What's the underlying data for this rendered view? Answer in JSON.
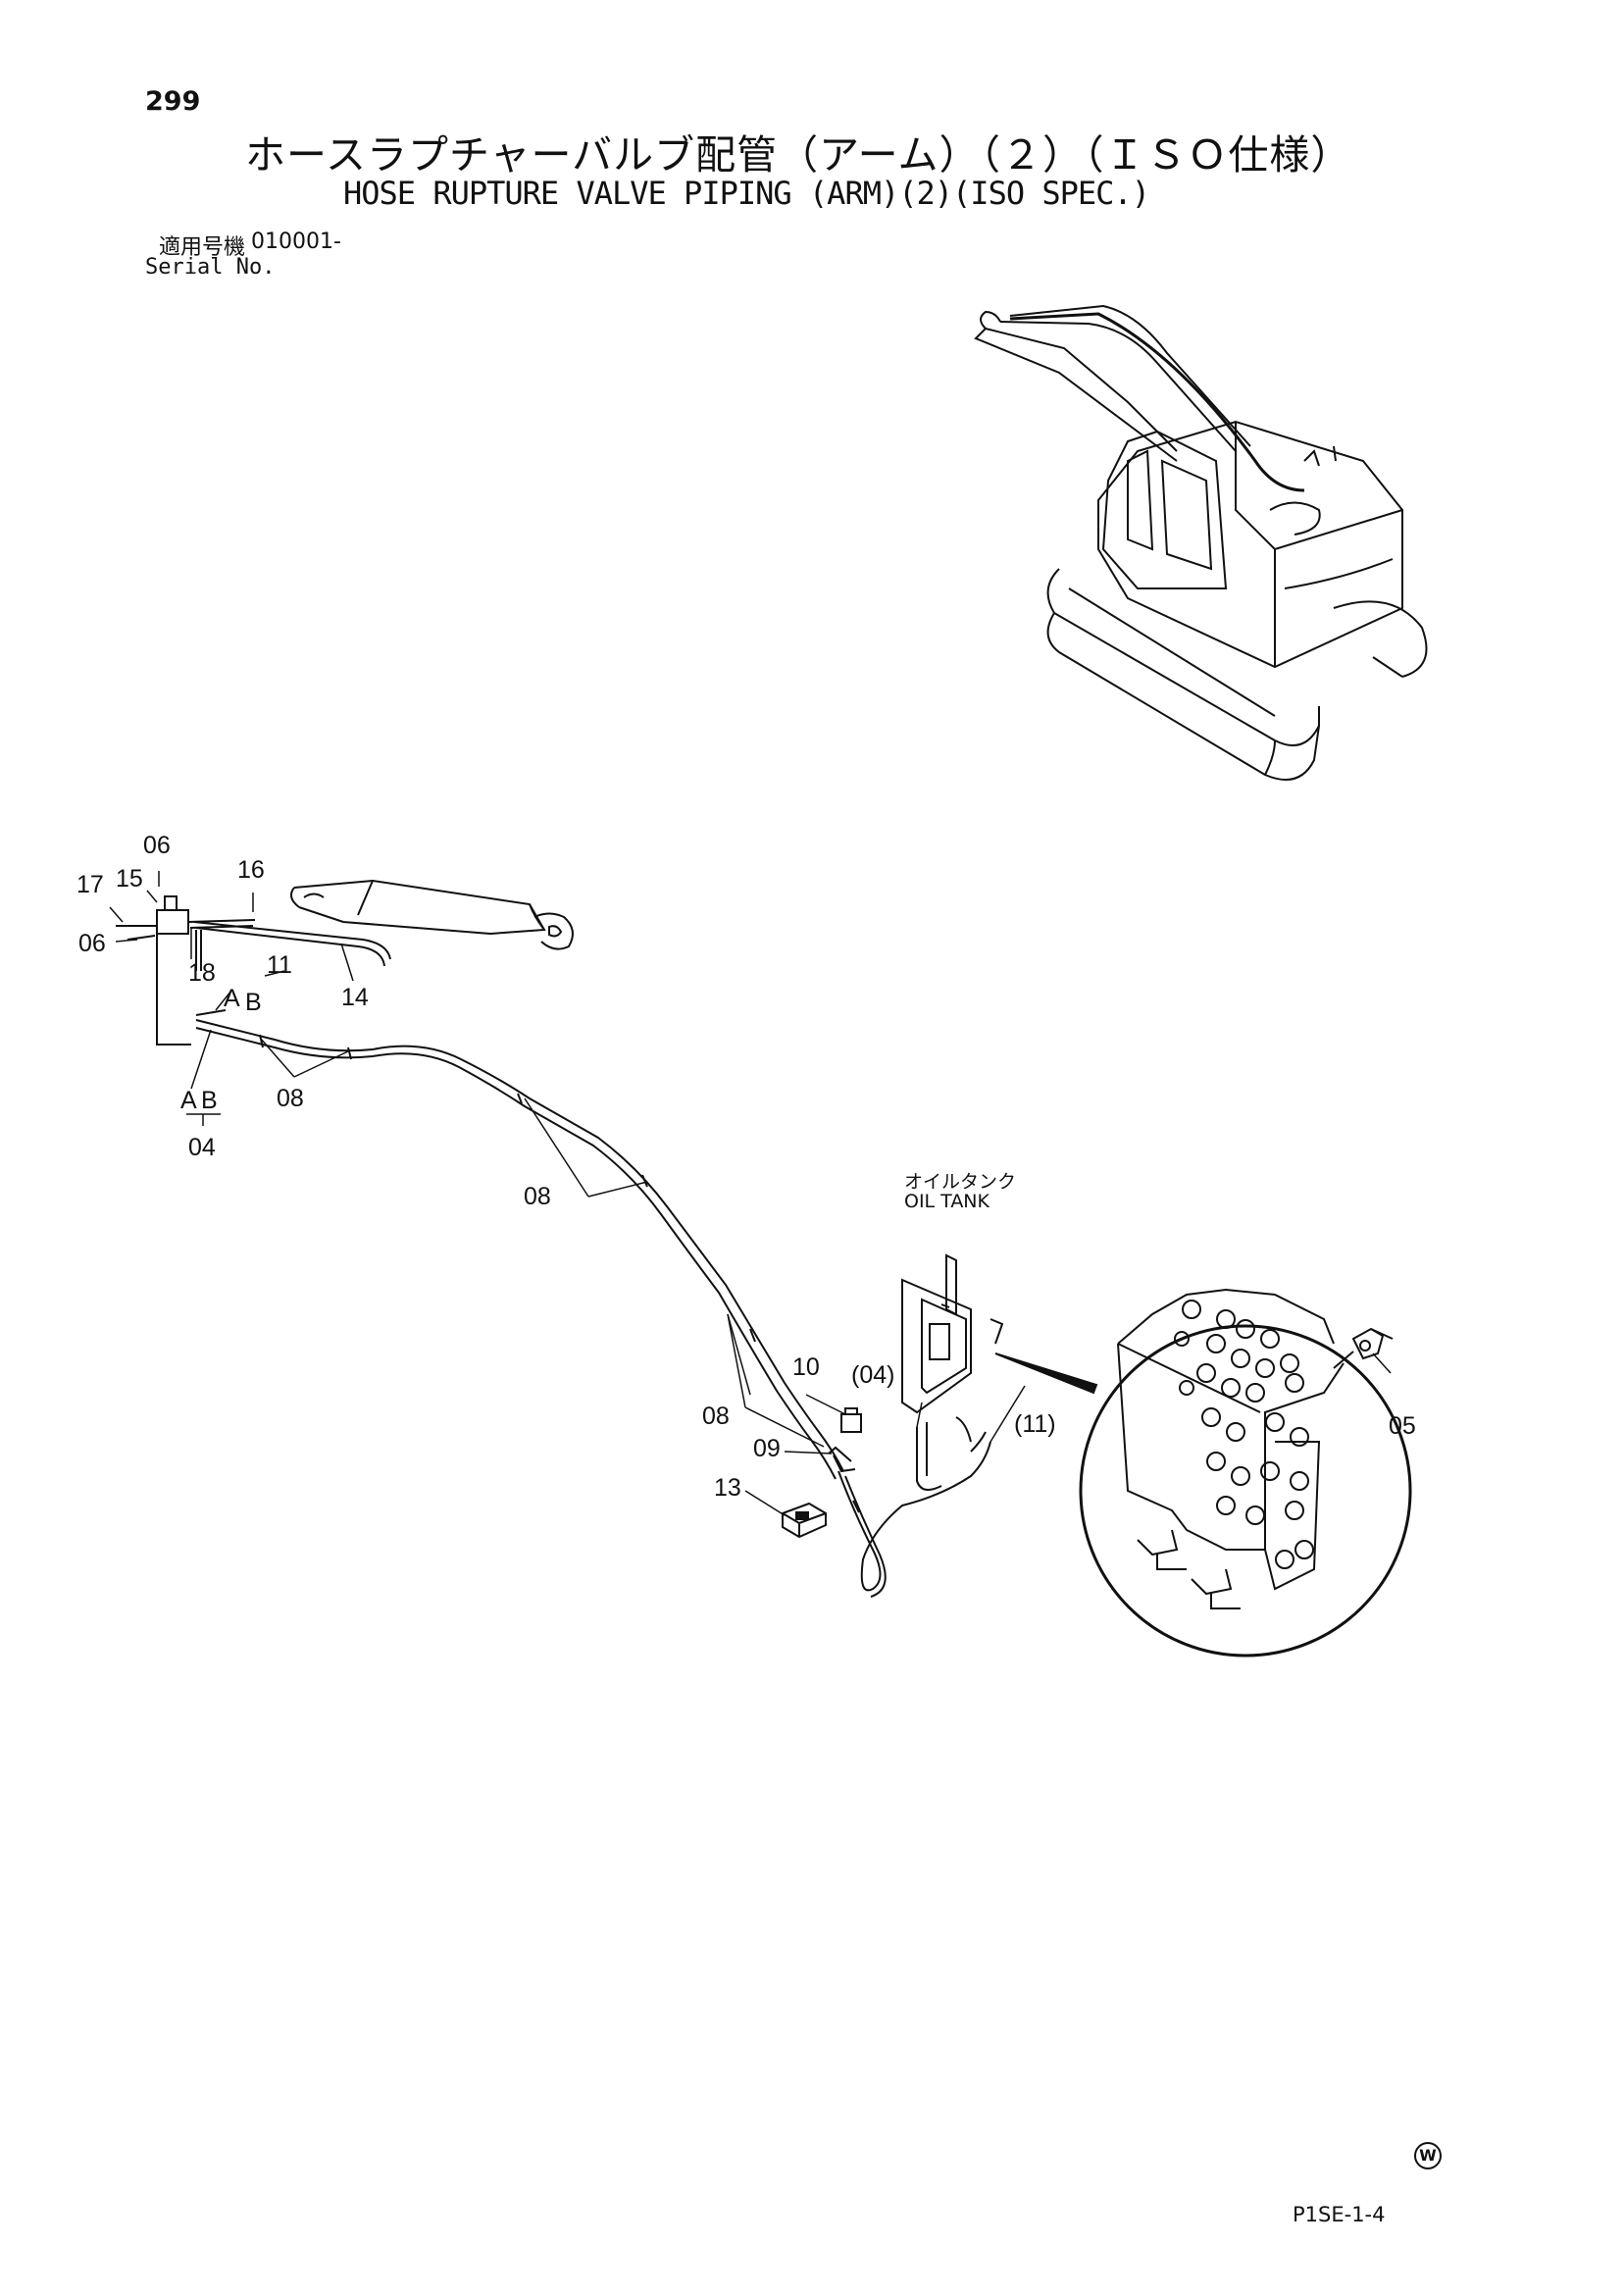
{
  "header": {
    "page_number": "299",
    "title_jp": "ホースラプチャーバルブ配管（アーム）（２）（ＩＳＯ仕様）",
    "title_en": "HOSE RUPTURE VALVE PIPING (ARM)(2)(ISO SPEC.)",
    "serial_label_jp": "適用号機",
    "serial_value": "010001-",
    "serial_label_en": "Serial No."
  },
  "diagram": {
    "oil_tank_jp": "オイルタンク",
    "oil_tank_en": "OIL TANK",
    "callouts": [
      {
        "id": "c06a",
        "text": "06"
      },
      {
        "id": "c17",
        "text": "17"
      },
      {
        "id": "c15",
        "text": "15"
      },
      {
        "id": "c16",
        "text": "16"
      },
      {
        "id": "c06b",
        "text": "06"
      },
      {
        "id": "c18",
        "text": "18"
      },
      {
        "id": "c11",
        "text": "11"
      },
      {
        "id": "cA1",
        "text": "A"
      },
      {
        "id": "cB1",
        "text": "B"
      },
      {
        "id": "c14",
        "text": "14"
      },
      {
        "id": "cA2",
        "text": "A"
      },
      {
        "id": "cB2",
        "text": "B"
      },
      {
        "id": "c08a",
        "text": "08"
      },
      {
        "id": "c04",
        "text": "04"
      },
      {
        "id": "c08b",
        "text": "08"
      },
      {
        "id": "c10",
        "text": "10"
      },
      {
        "id": "c04p",
        "text": "(04)"
      },
      {
        "id": "c08c",
        "text": "08"
      },
      {
        "id": "c09",
        "text": "09"
      },
      {
        "id": "c11p",
        "text": "(11)"
      },
      {
        "id": "c13",
        "text": "13"
      },
      {
        "id": "c05",
        "text": "05"
      }
    ]
  },
  "footer": {
    "watermark": "W",
    "code": "P1SE-1-4"
  }
}
